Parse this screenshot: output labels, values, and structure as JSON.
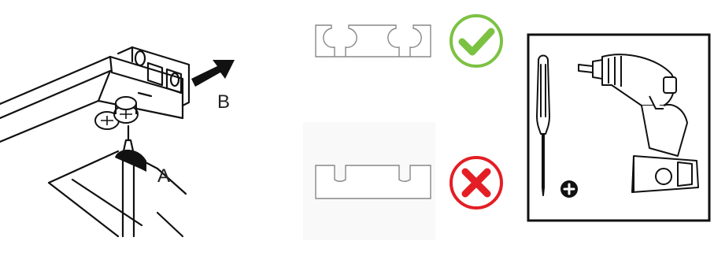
{
  "assembly": {
    "step_a_label": "A",
    "step_b_label": "B"
  },
  "profiles": {
    "correct": {
      "status": "correct",
      "color": "#7cc242"
    },
    "incorrect": {
      "status": "incorrect",
      "color": "#e31e24"
    }
  },
  "tools": {
    "items": [
      "screwdriver-icon",
      "cordless-drill-icon"
    ],
    "plus_symbol": "plus-icon"
  }
}
